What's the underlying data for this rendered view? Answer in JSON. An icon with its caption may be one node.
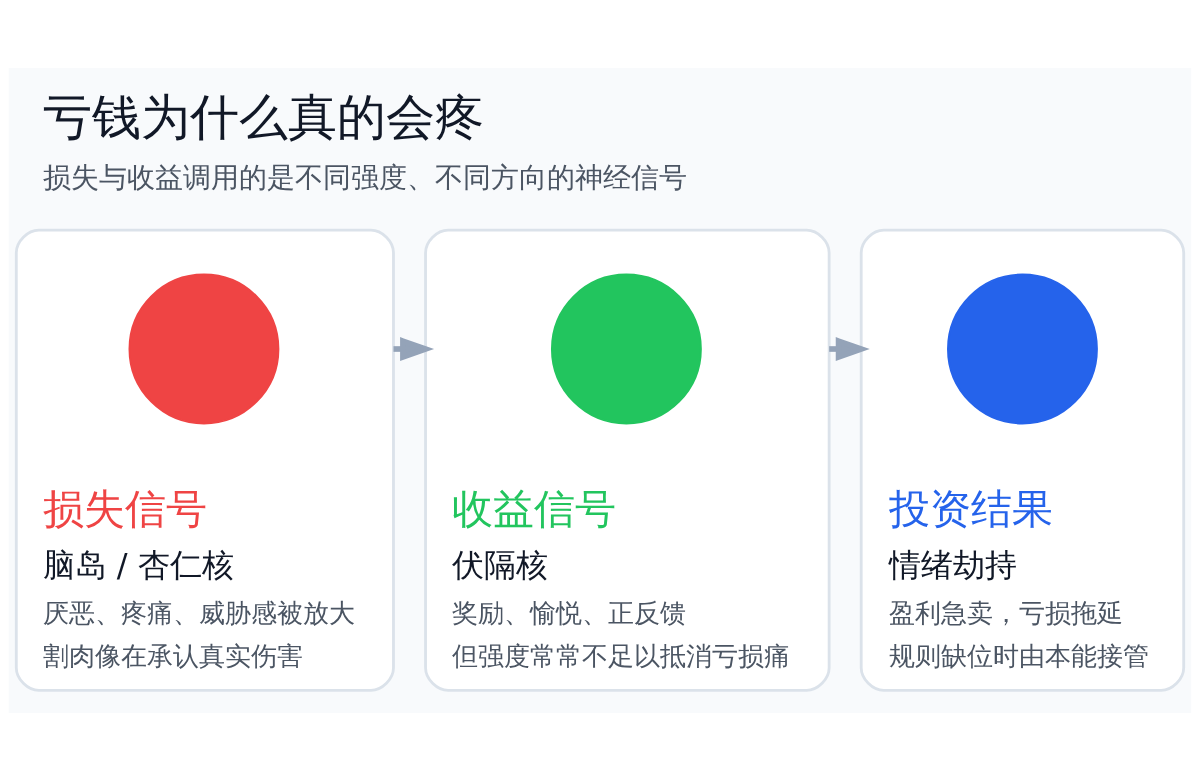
{
  "diagram": {
    "title": "亏钱为什么真的会疼",
    "caption": "损失与收益调用的是不同强度、不同方向的神经信号",
    "nodes": [
      {
        "text": [
          "损失信号",
          "脑岛 / 杏仁核",
          "厌恶、疼痛、威胁感被放大",
          "割肉像在承认真实伤害"
        ]
      },
      {
        "text": [],
        "shape": "circle",
        "in": 0
      },
      {
        "text": [
          "收益信号",
          "伏隔核",
          "奖励、愉悦、正反馈",
          "但强度常常不足以抵消亏损痛"
        ]
      },
      {
        "text": [],
        "shape": "circle",
        "in": 2
      },
      {
        "text": [
          "投资结果",
          "情绪劫持",
          "盈利急卖，亏损拖延",
          "规则缺位时由本能接管"
        ]
      },
      {
        "text": [],
        "shape": "circle",
        "in": 4
      }
    ],
    "edges": [
      {
        "from": 0,
        "to": 2,
        "arrow": "to"
      },
      {
        "from": 2,
        "to": 4,
        "arrow": "to"
      }
    ]
  }
}
